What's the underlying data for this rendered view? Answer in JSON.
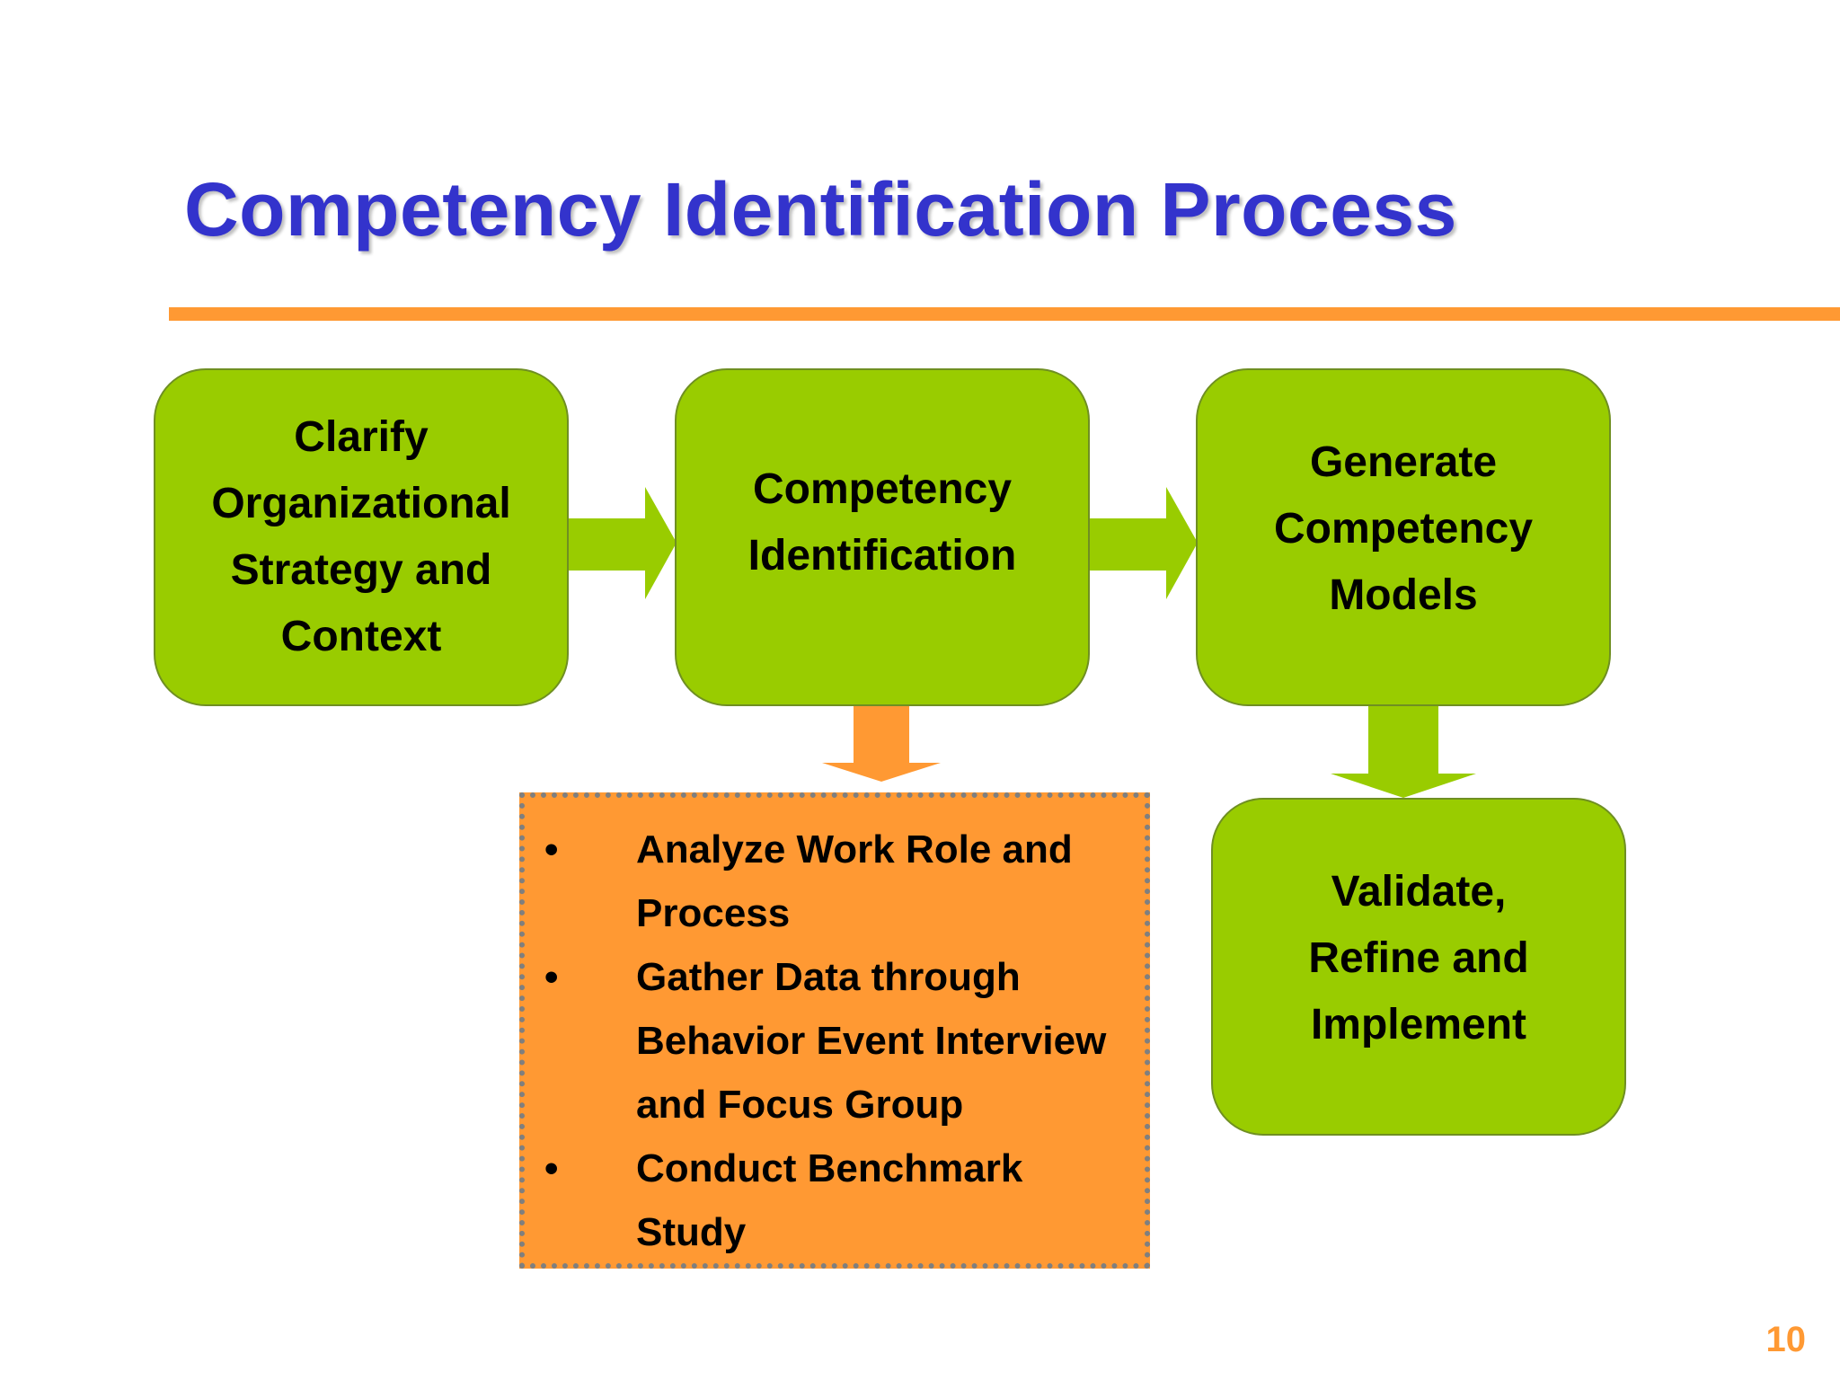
{
  "slide": {
    "title": "Competency Identification Process",
    "page_number": "10"
  },
  "colors": {
    "title": "#3333cc",
    "accent_rule": "#ff9933",
    "process_box": "#99cc00",
    "detail_box": "#ff9933"
  },
  "diagram": {
    "boxes": [
      {
        "lines": [
          "Clarify",
          "Organizational",
          "Strategy and",
          "Context"
        ]
      },
      {
        "lines": [
          "Competency",
          "Identification"
        ]
      },
      {
        "lines": [
          "Generate",
          "Competency",
          "Models"
        ]
      },
      {
        "lines": [
          "Validate,",
          "Refine and",
          "Implement"
        ]
      }
    ],
    "details": {
      "bullet": "•",
      "items": [
        {
          "line1": "Analyze Work Role and",
          "line2": "Process",
          "line3": ""
        },
        {
          "line1": "Gather Data through",
          "line2": "Behavior Event Interview",
          "line3": "and Focus Group"
        },
        {
          "line1": "Conduct Benchmark",
          "line2": "Study",
          "line3": ""
        }
      ]
    }
  }
}
